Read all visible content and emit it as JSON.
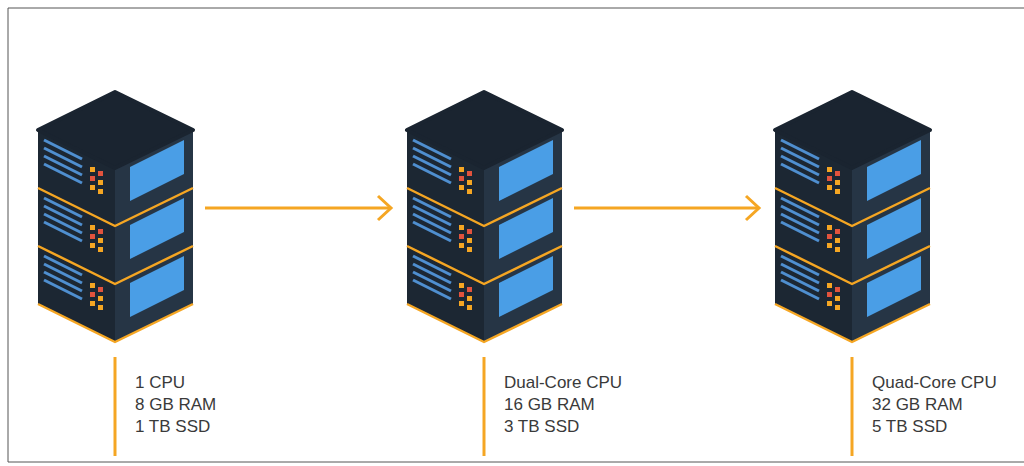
{
  "diagram": {
    "nodes": [
      {
        "text": [
          "1 CPU",
          "8 GB RAM",
          "1 TB SSD"
        ]
      },
      {
        "text": [
          "Dual-Core CPU",
          "16 GB RAM",
          "3 TB SSD"
        ]
      },
      {
        "text": [
          "Quad-Core CPU",
          "32 GB RAM",
          "5 TB SSD"
        ]
      }
    ],
    "edges": [
      {
        "from": 0,
        "to": 1,
        "arrow": "to"
      },
      {
        "from": 1,
        "to": 2,
        "arrow": "to"
      }
    ]
  }
}
